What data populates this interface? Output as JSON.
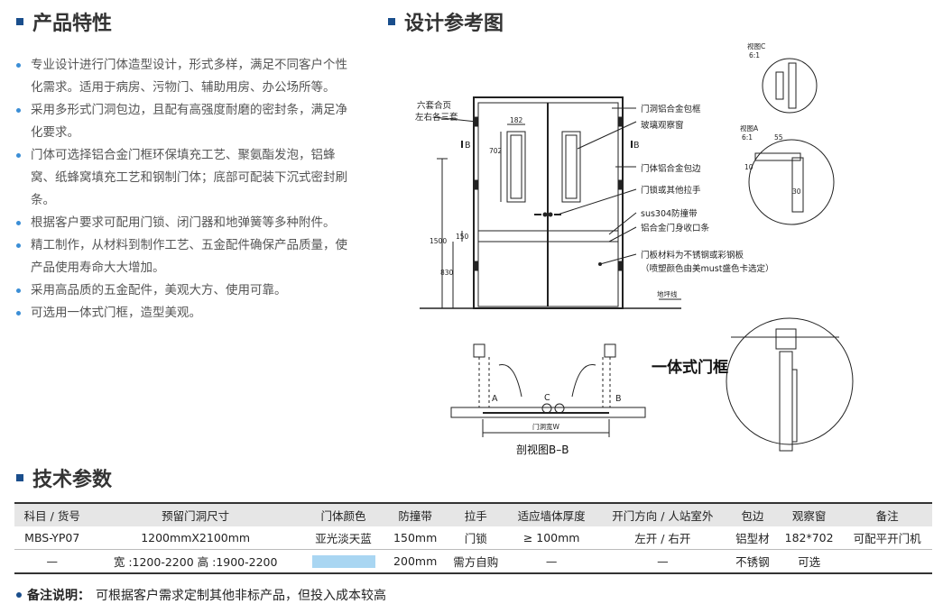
{
  "sections": {
    "features_title": "产品特性",
    "design_title": "设计参考图",
    "tech_title": "技术参数"
  },
  "features": [
    "专业设计进行门体造型设计，形式多样，满足不同客户个性化需求。适用于病房、污物门、辅助用房、办公场所等。",
    "采用多形式门洞包边，且配有高强度耐磨的密封条，满足净化要求。",
    "门体可选择铝合金门框环保填充工艺、聚氨酯发泡，铝蜂窝、纸蜂窝填充工艺和钢制门体；底部可配装下沉式密封刷条。",
    "根据客户要求可配用门锁、闭门器和地弹簧等多种附件。",
    "精工制作，从材料到制作工艺、五金配件确保产品质量，使产品使用寿命大大增加。",
    "采用高品质的五金配件，美观大方、使用可靠。",
    "可选用一体式门框，造型美观。"
  ],
  "diagram": {
    "hinge_label_1": "六套合页",
    "hinge_label_2": "左右各三套",
    "callouts": [
      "门洞铝合金包框",
      "玻璃观察窗",
      "门体铝合金包边",
      "门锁或其他拉手",
      "sus304防撞带",
      "铝合金门身收口条",
      "门板材料为不锈钢或彩钢板",
      "（喷塑颜色由美must盛色卡选定）"
    ],
    "dims": {
      "w182": "182",
      "h702": "702",
      "h1500": "1500",
      "h830": "830",
      "h150": "150"
    },
    "section_mark_b_left": "B",
    "section_mark_b_right": "B",
    "floor_line": "地坪线",
    "view_c": "视图C",
    "view_c_scale": "6:1",
    "view_a": "视图A",
    "view_a_scale": "6:1",
    "view_a_dims": {
      "d55": "55",
      "d10": "10",
      "d30": "30"
    },
    "plan_a": "A",
    "plan_c": "C",
    "plan_b": "B",
    "door_width": "门洞宽W",
    "section_title": "剖视图B–B",
    "integrated_frame": "一体式门框"
  },
  "table": {
    "headers": [
      "科目 / 货号",
      "预留门洞尺寸",
      "门体颜色",
      "防撞带",
      "拉手",
      "适应墙体厚度",
      "开门方向 / 人站室外",
      "包边",
      "观察窗",
      "备注"
    ],
    "row1": [
      "MBS-YP07",
      "1200mmX2100mm",
      "亚光淡天蓝",
      "150mm",
      "门锁",
      "≥ 100mm",
      "左开 / 右开",
      "铝型材",
      "182*702",
      "可配平开门机"
    ],
    "row2": [
      "—",
      "宽 :1200-2200  高 :1900-2200",
      "",
      "200mm",
      "需方自购",
      "—",
      "—",
      "不锈钢",
      "可选",
      ""
    ],
    "swatch_color": "#a9d6f2"
  },
  "note": {
    "label": "备注说明：",
    "text": "可根据客户需求定制其他非标产品，但投入成本较高"
  }
}
